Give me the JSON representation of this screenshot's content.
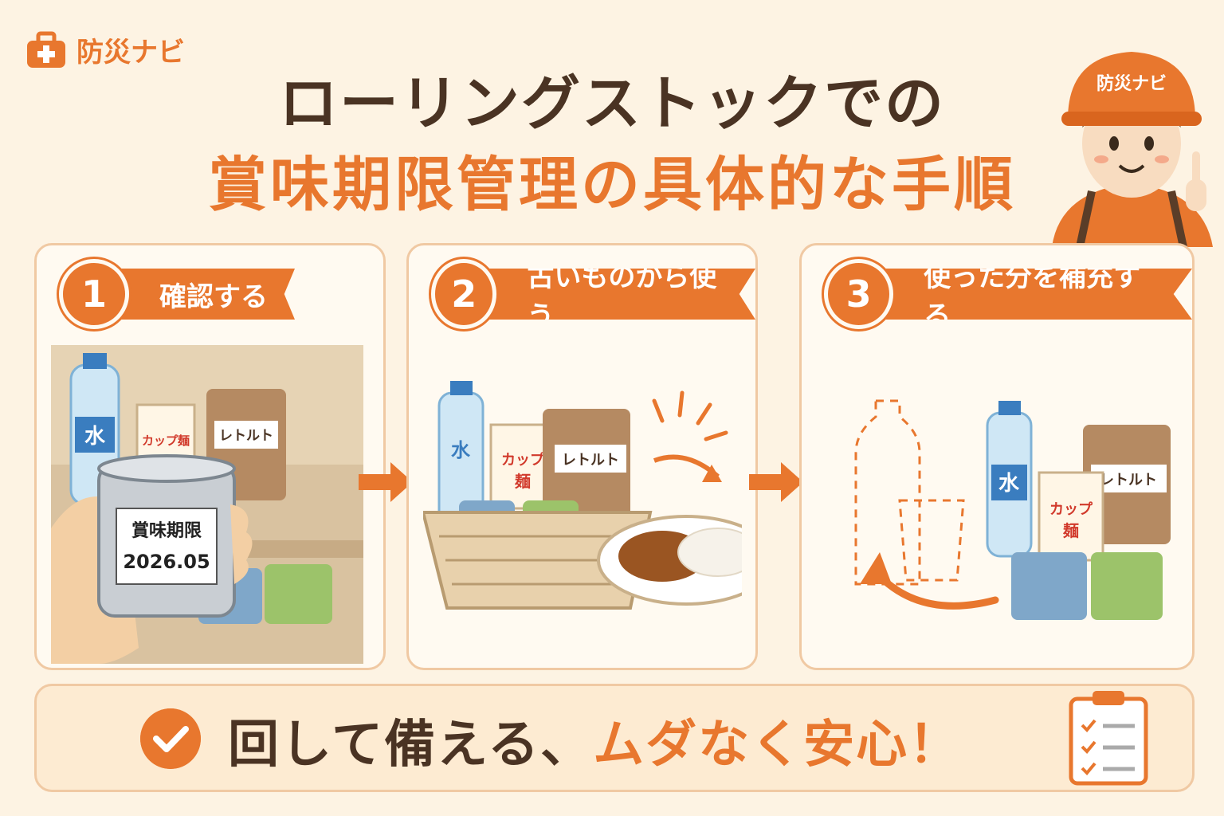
{
  "logo": {
    "text": "防災ナビ"
  },
  "title": {
    "line1": "ローリングストックでの",
    "line2": "賞味期限管理の具体的な手順"
  },
  "mascot": {
    "helmet_text": "防災ナビ"
  },
  "steps": [
    {
      "number": "1",
      "label": "確認する",
      "items": {
        "water": "水",
        "cup": "カップ麺",
        "retort": "レトルト",
        "can_line1": "賞味期限",
        "can_line2": "2026.05"
      }
    },
    {
      "number": "2",
      "label": "古いものから使う",
      "items": {
        "water": "水",
        "cup_line1": "カップ",
        "cup_line2": "麺",
        "retort": "レトルト"
      }
    },
    {
      "number": "3",
      "label": "使った分を補充する",
      "items": {
        "water": "水",
        "cup_line1": "カップ",
        "cup_line2": "麺",
        "retort": "レトルト"
      }
    }
  ],
  "footer": {
    "text_main": "回して備える、",
    "text_accent": "ムダなく安心！"
  },
  "colors": {
    "accent": "#e8772e",
    "text": "#4a3323",
    "background": "#fdf3e3",
    "panel_border": "#f0c9a3"
  },
  "icons": [
    "first-aid-bag-icon",
    "check-circle-icon",
    "clipboard-checklist-icon",
    "arrow-right-icon"
  ]
}
